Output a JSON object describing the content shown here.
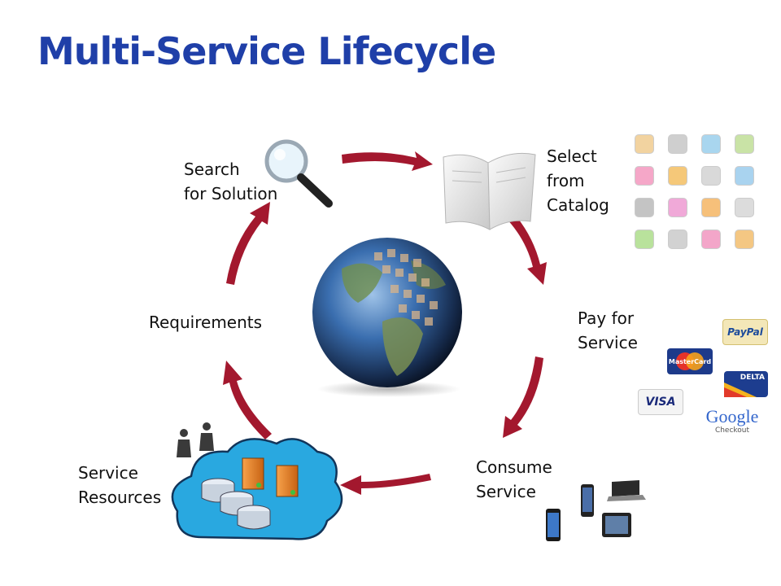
{
  "title": "Multi-Service Lifecycle",
  "steps": {
    "search": [
      "Search",
      "for Solution"
    ],
    "catalog": [
      "Select",
      "from",
      "Catalog"
    ],
    "pay": [
      "Pay for",
      "Service"
    ],
    "consume": [
      "Consume",
      "Service"
    ],
    "resources": [
      "Service",
      "Resources"
    ],
    "requirements": "Requirements"
  },
  "payment_brands": {
    "paypal": "PayPal",
    "mastercard": "MasterCard",
    "delta": "DELTA",
    "visa": "VISA",
    "google": "Google",
    "google_sub": "Checkout"
  },
  "colors": {
    "title": "#1f3fa8",
    "arrow": "#a3182e",
    "cloud": "#29a8e0",
    "globe": "#2a5a9e"
  },
  "icons": [
    "magnifier-icon",
    "open-book-icon",
    "app-icons-grid",
    "globe-image",
    "people-icon",
    "cloud-datacenter-icon",
    "mobile-devices-icon"
  ]
}
